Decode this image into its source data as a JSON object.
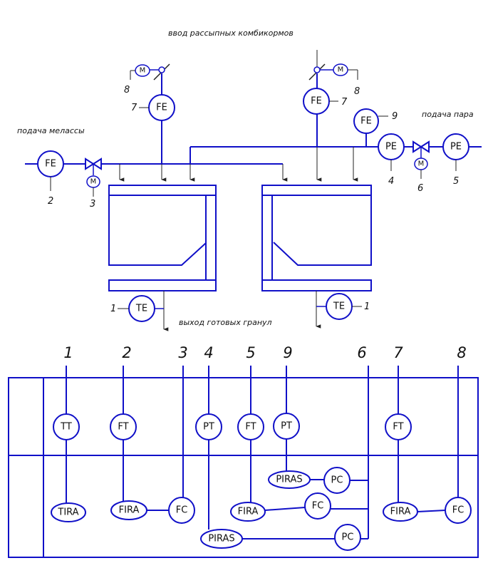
{
  "labels": {
    "feed_input": "ввод рассыпных комбикормов",
    "molasses": "подача мелассы",
    "steam": "подача пара",
    "output": "выход готовых гранул"
  },
  "field_devices": {
    "fe_molasses": "FE",
    "fe_feed_left": "FE",
    "fe_feed_right": "FE",
    "fe_upper_right": "FE",
    "pe_right": "PE",
    "pe_steam": "PE",
    "te_left": "TE",
    "te_right": "TE",
    "motor_feed_left": "M",
    "motor_feed_right": "M",
    "motor_valve_left": "M",
    "motor_valve_right": "M"
  },
  "position_numbers": {
    "n_fe_molasses": "2",
    "n_valve_left": "3",
    "n_fe_feed_left": "7",
    "n_motor_left": "8",
    "n_fe_feed_right": "7",
    "n_motor_right": "8",
    "n_fe_upper_right": "9",
    "n_pe_right": "4",
    "n_valve_right": "6",
    "n_pe_steam": "5",
    "n_te_left": "1",
    "n_te_right": "1"
  },
  "columns": [
    "1",
    "2",
    "3",
    "4",
    "5",
    "9",
    "6",
    "7",
    "8"
  ],
  "instruments": {
    "tt1": "TT",
    "ft2": "FT",
    "pt4": "PT",
    "ft5": "FT",
    "pt9": "PT",
    "ft7": "FT",
    "tira1": "TIRA",
    "fira2": "FIRA",
    "fc3": "FC",
    "piras4": "PIRAS",
    "pc4": "PC",
    "fira5": "FIRA",
    "fc5": "FC",
    "piras9": "PIRAS",
    "pc9": "PC",
    "fira7": "FIRA",
    "fc8": "FC"
  }
}
